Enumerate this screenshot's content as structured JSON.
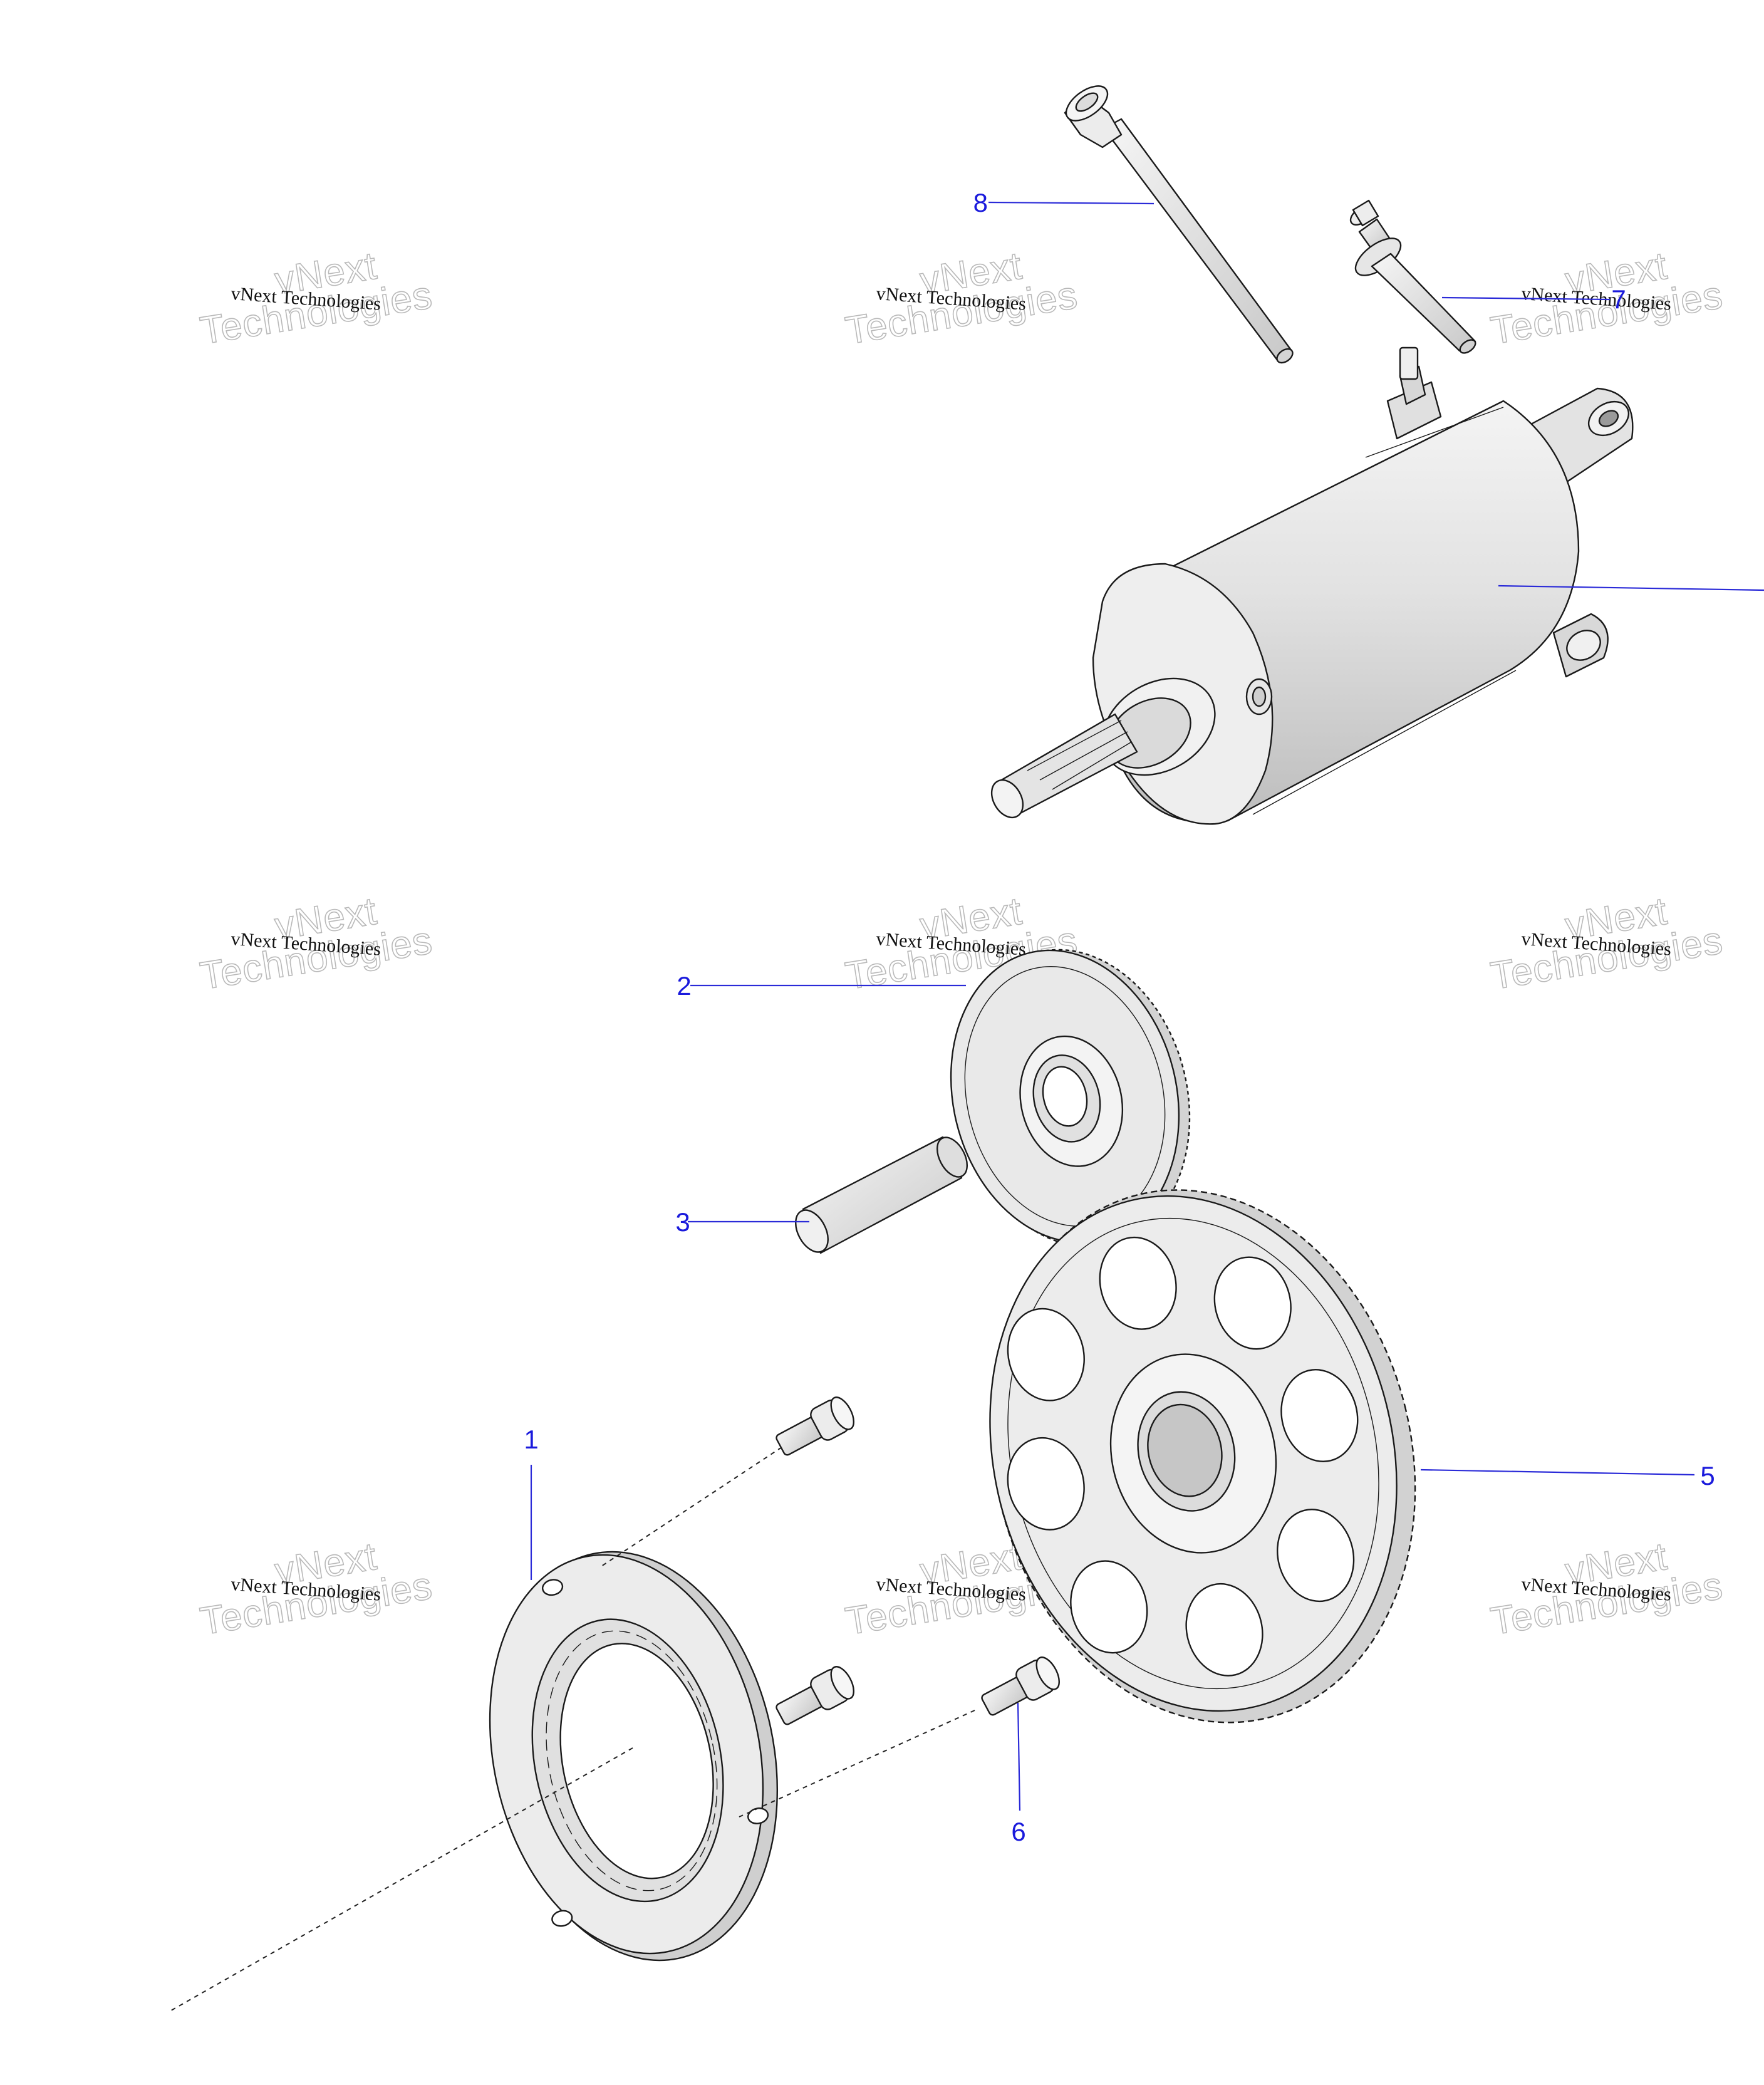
{
  "watermark": {
    "top_text": "vNext",
    "bottom_text": "Technologies",
    "small_text": "vNext Technologies"
  },
  "callouts": {
    "c1": "1",
    "c2": "2",
    "c3": "3",
    "c5": "5",
    "c6": "6",
    "c7": "7",
    "c8": "8"
  },
  "colors": {
    "callout": "#1a1adc",
    "part_fill": "#e6e6e6",
    "part_shade": "#c9c9c9",
    "outline": "#1a1a1a"
  }
}
